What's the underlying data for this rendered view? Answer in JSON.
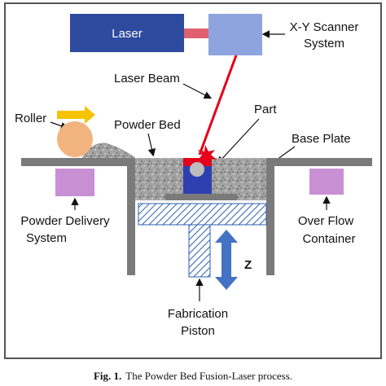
{
  "labels": {
    "laser": "Laser",
    "xy_scanner_line1": "X-Y Scanner",
    "xy_scanner_line2": "System",
    "laser_beam": "Laser Beam",
    "roller": "Roller",
    "powder_bed": "Powder Bed",
    "part": "Part",
    "base_plate": "Base Plate",
    "powder_delivery_line1": "Powder Delivery",
    "powder_delivery_line2": "System",
    "overflow_line1": "Over Flow",
    "overflow_line2": "Container",
    "z_axis": "Z",
    "fabrication_line1": "Fabrication",
    "fabrication_line2": "Piston"
  },
  "caption": {
    "prefix": "Fig. 1.",
    "text": "The Powder Bed Fusion-Laser process."
  },
  "colors": {
    "laser_box": "#2e4a9e",
    "scanner_box": "#8ea4df",
    "connector": "#e06070",
    "beam": "#e3001b",
    "roller": "#f2b47e",
    "roller_arrow": "#f7c200",
    "powder": "#9a9a9a",
    "part": "#e3001b",
    "base_plate": "#2e3fb0",
    "platform": "#7a7a7a",
    "delivery_box": "#c88fd4",
    "piston_hatch": "#2e5fb0",
    "z_arrow": "#4472c4",
    "frame": "#555555"
  }
}
